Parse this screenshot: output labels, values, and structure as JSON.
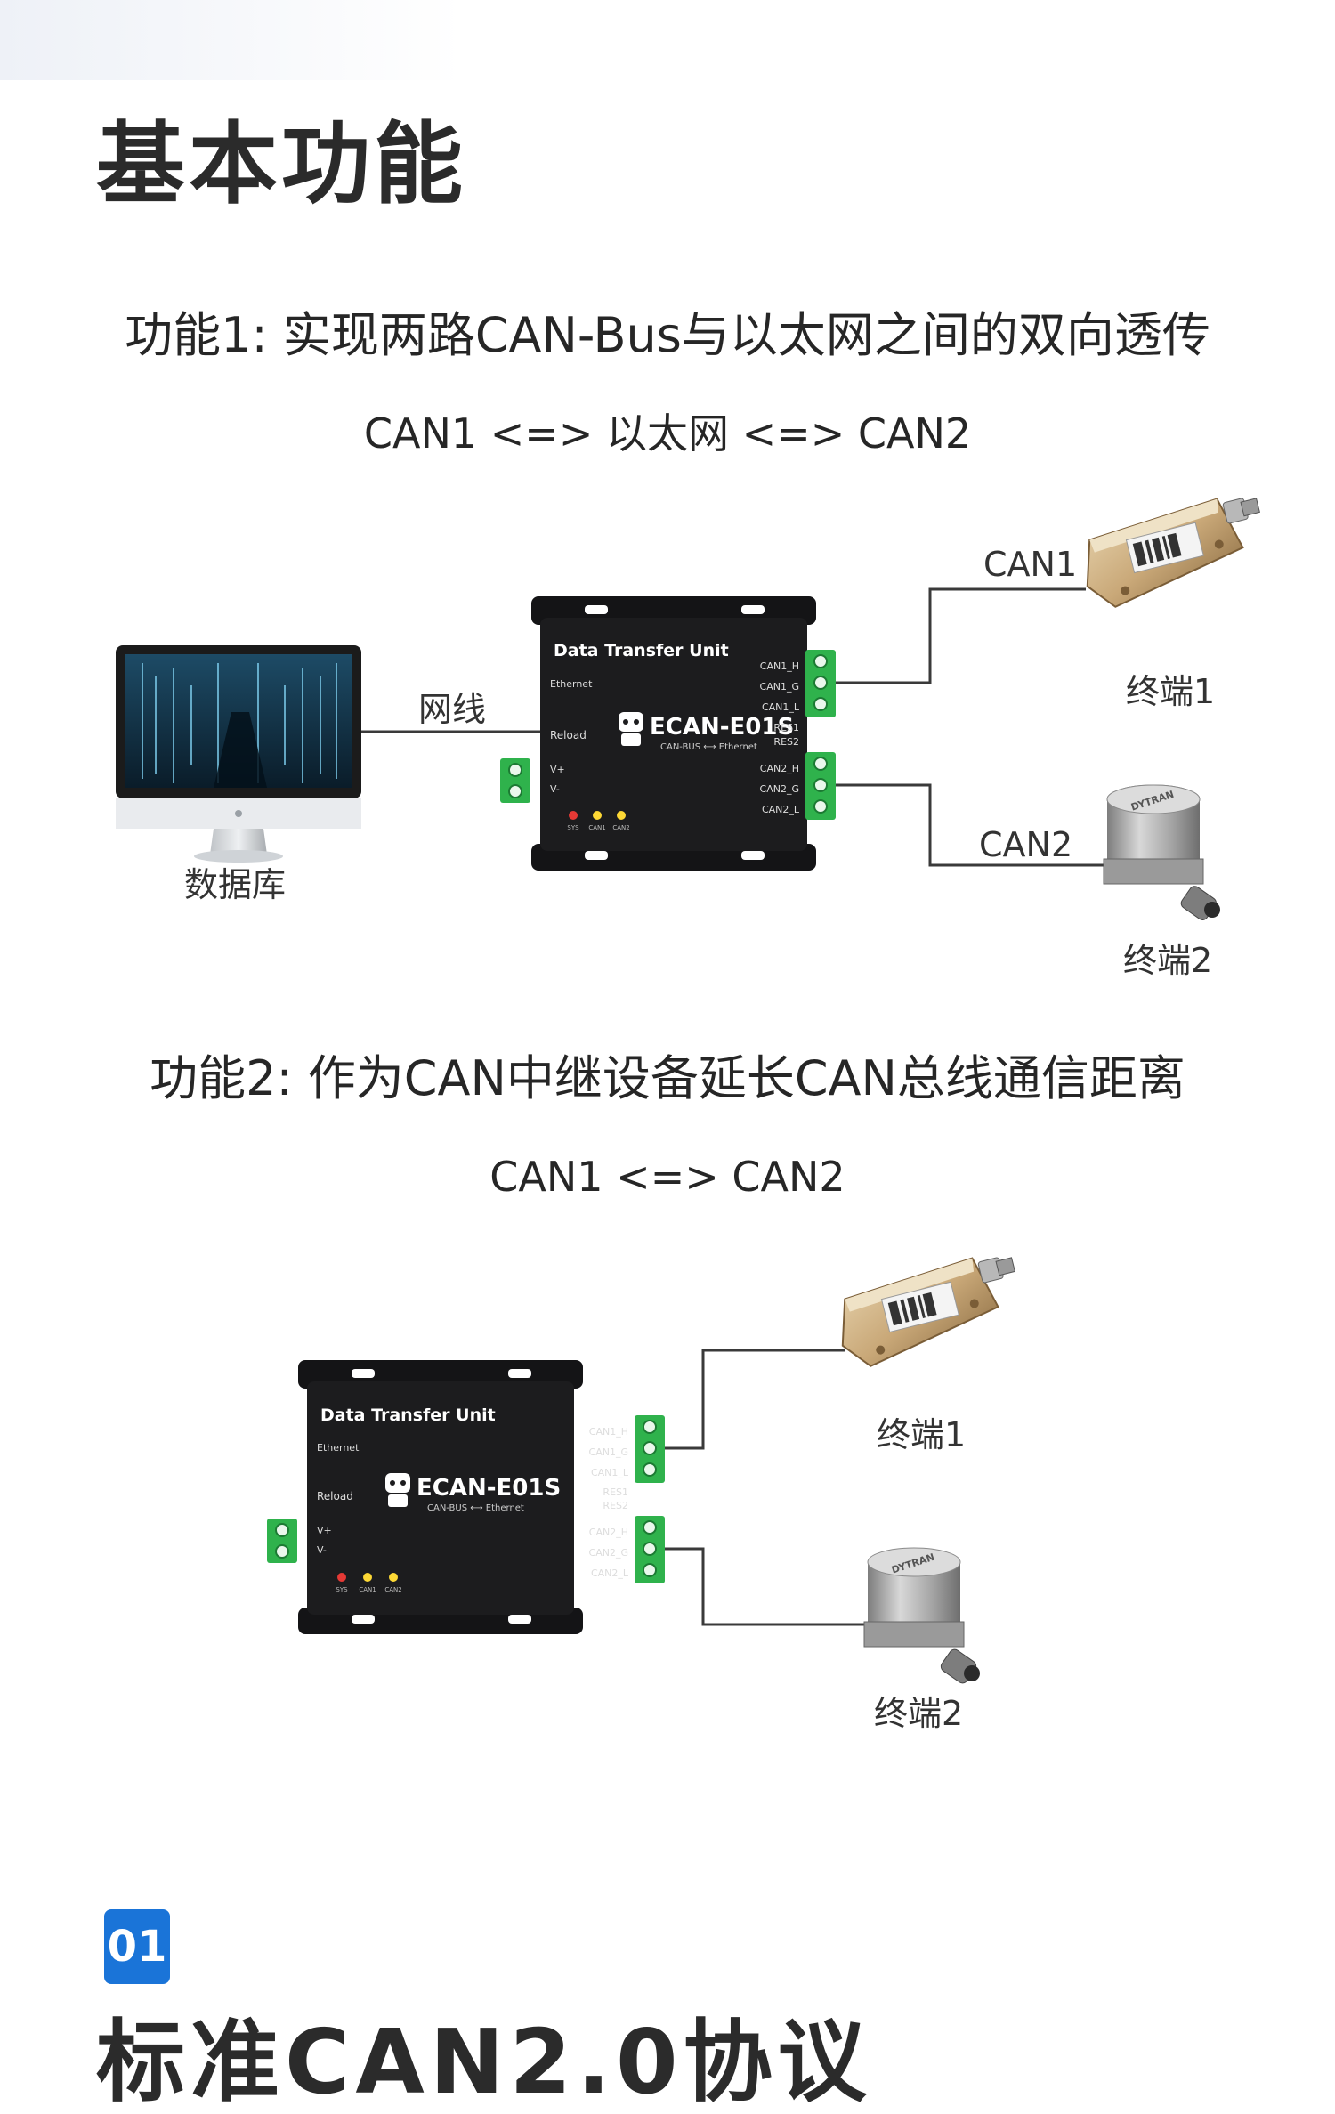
{
  "page_title": "基本功能",
  "feature1": {
    "title": "功能1: 实现两路CAN-Bus与以太网之间的双向透传",
    "flow": "CAN1 <=> 以太网 <=> CAN2",
    "labels": {
      "cable": "网线",
      "database": "数据库",
      "can1": "CAN1",
      "can2": "CAN2",
      "terminal1": "终端1",
      "terminal2": "终端2"
    }
  },
  "feature2": {
    "title": "功能2: 作为CAN中继设备延长CAN总线通信距离",
    "flow": "CAN1 <=> CAN2",
    "labels": {
      "terminal1": "终端1",
      "terminal2": "终端2"
    }
  },
  "device": {
    "header": "Data Transfer Unit",
    "model": "ECAN-E01S",
    "sub": "CAN-BUS ⟷ Ethernet",
    "ethernet": "Ethernet",
    "reload": "Reload",
    "vplus": "V+",
    "vminus": "V-",
    "can1_h": "CAN1_H",
    "can1_g": "CAN1_G",
    "can1_l": "CAN1_L",
    "res1": "RES1",
    "res2": "RES2",
    "can2_h": "CAN2_H",
    "can2_g": "CAN2_G",
    "can2_l": "CAN2_L",
    "led_sys": "SYS",
    "led_can1": "CAN1",
    "led_can2": "CAN2"
  },
  "sensor_label": "DYTRAN",
  "section_badge": "01",
  "section_title": "标准CAN2.0协议",
  "colors": {
    "accent": "#1a74d8",
    "device_body": "#1c1c1e",
    "terminal_green": "#2fb24c",
    "sensor_gold": "#c9a878",
    "sensor_steel": "#a7a7a7"
  }
}
